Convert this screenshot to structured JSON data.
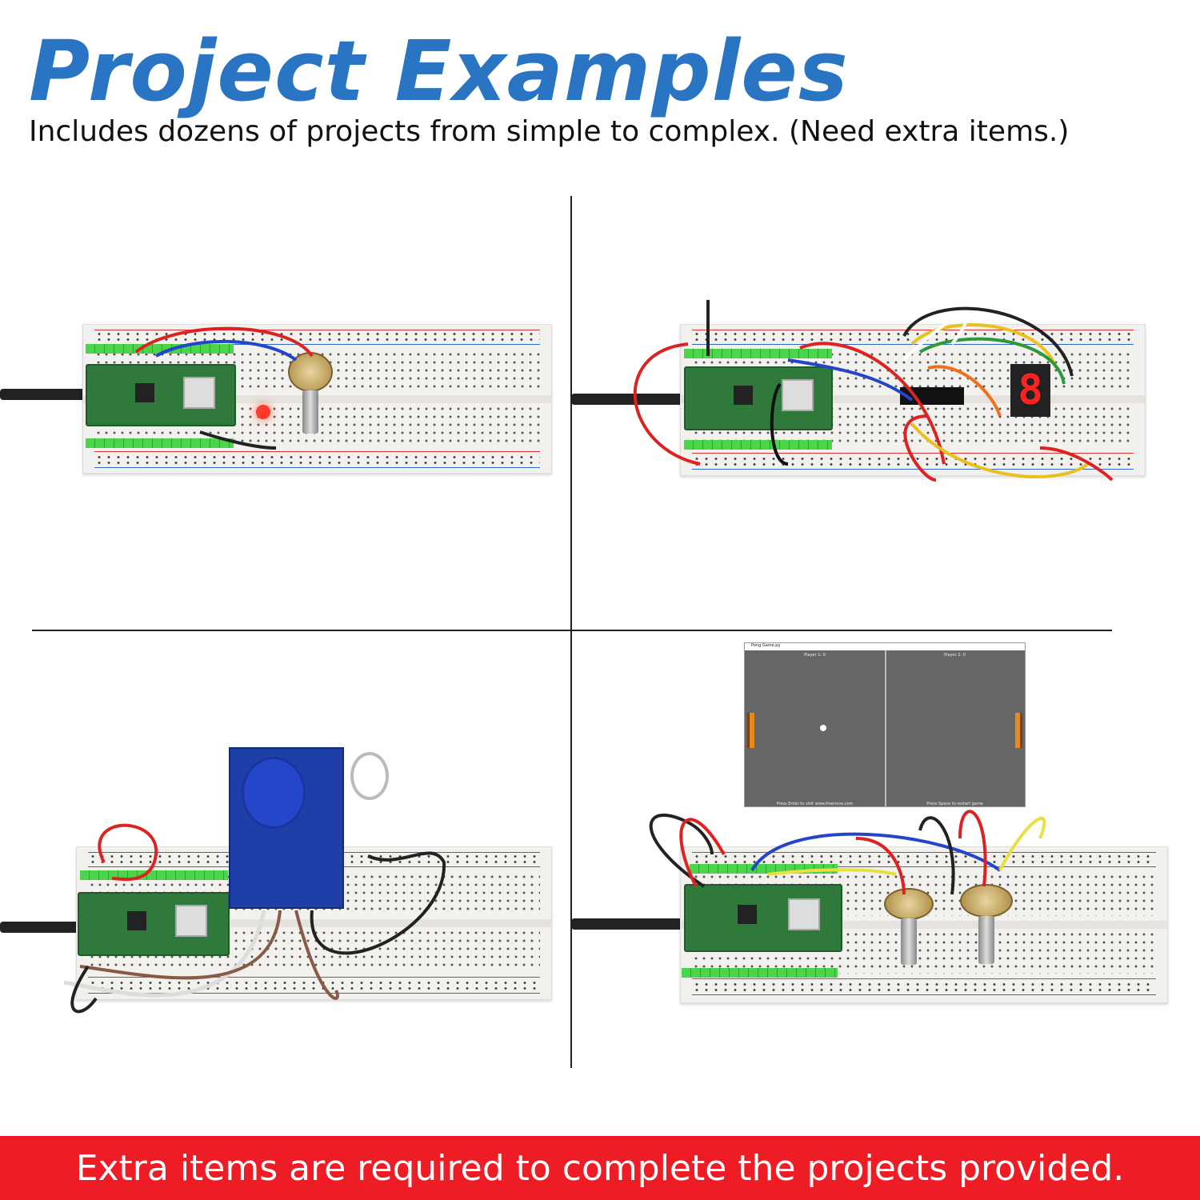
{
  "header": {
    "title": "Project Examples",
    "subtitle": "Includes dozens of projects from simple to complex. (Need extra items.)"
  },
  "banner": {
    "text": "Extra items are required to complete the projects provided.",
    "color": "#ee1c25"
  },
  "accent_color": "#2a74c4",
  "pong_window": {
    "title": "Pong Game.py",
    "player1": "Player 1: 0",
    "player2": "Player 2: 0",
    "left_hint": "Press Enter to visit www.freenove.com",
    "right_hint": "Press Space to restart game"
  },
  "seven_segment": {
    "digit": "8"
  }
}
